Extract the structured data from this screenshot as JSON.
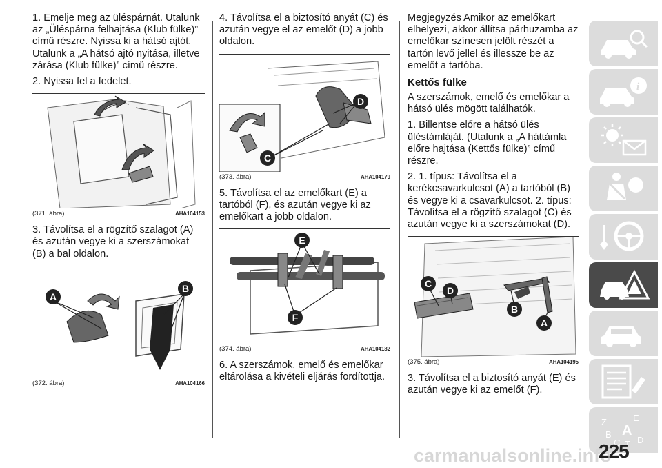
{
  "col1": {
    "p1": "1. Emelje meg az üléspárnát. Utalunk az „Üléspárna felhajtása (Klub fülke)” című részre. Nyissa ki a hátsó ajtót. Utalunk a „A hátsó ajtó nyitása, illetve zárása (Klub fülke)” című részre.",
    "p2": "2. Nyissa fel a fedelet.",
    "fig371": {
      "caption": "(371. ábra)",
      "code": "AHA104153"
    },
    "p3": "3. Távolítsa el a rögzítő szalagot (A) és azután vegye ki a szerszámokat (B) a bal oldalon.",
    "fig372": {
      "caption": "(372. ábra)",
      "code": "AHA104166",
      "label_a": "A",
      "label_b": "B"
    }
  },
  "col2": {
    "p4": "4. Távolítsa el a biztosító anyát (C) és azután vegye el az emelőt (D) a jobb oldalon.",
    "fig373": {
      "caption": "(373. ábra)",
      "code": "AHA104179",
      "label_c": "C",
      "label_d": "D"
    },
    "p5": "5. Távolítsa el az emelőkart (E) a tartóból (F), és azután vegye ki az emelőkart a jobb oldalon.",
    "fig374": {
      "caption": "(374. ábra)",
      "code": "AHA104182",
      "label_e": "E",
      "label_f": "F"
    },
    "p6": "6. A szerszámok, emelő és emelőkar eltárolása a kivételi eljárás fordítottja."
  },
  "col3": {
    "note": "Megjegyzés  Amikor az emelőkart elhelyezi, akkor állítsa párhuzamba az emelőkar színesen jelölt részét a tartón levő jellel és illessze be az emelőt a tartóba.",
    "heading": "Kettős fülke",
    "p_intro": "A szerszámok, emelő és emelőkar a hátsó ülés mögött találhatók.",
    "p1": "1. Billentse előre a hátsó ülés üléstámláját. (Utalunk a „A háttámla előre hajtása (Kettős fülke)” című részre.",
    "p2": "2. 1. típus: Távolítsa el a kerékcsavarkulcsot (A) a tartóból (B) és vegye ki a csavarkulcsot. 2. típus: Távolítsa el a rögzítő szalagot (C) és azután vegye ki a szerszámokat (D).",
    "fig375": {
      "caption": "(375. ábra)",
      "code": "AHA104195",
      "label_a": "A",
      "label_b": "B",
      "label_c": "C",
      "label_d": "D"
    },
    "p3": "3. Távolítsa el a biztosító anyát (E) és azután vegye ki az emelőt (F)."
  },
  "sidebar": {
    "tabs": [
      {
        "icon": "car-search-icon"
      },
      {
        "icon": "car-info-icon"
      },
      {
        "icon": "dashboard-light-mail-icon"
      },
      {
        "icon": "seatbelt-airbag-icon"
      },
      {
        "icon": "key-steering-wheel-icon"
      },
      {
        "icon": "car-breakdown-warning-icon"
      },
      {
        "icon": "car-service-icon"
      },
      {
        "icon": "specifications-list-icon"
      },
      {
        "icon": "alphabet-index-icon"
      }
    ],
    "index_letters": [
      "Z",
      "E",
      "B",
      "A",
      "C",
      "T",
      "D"
    ]
  },
  "page_number": "225",
  "watermark": "carmanualsonline.info",
  "colors": {
    "badge": "#222222",
    "active_tab": "#4a4a4a",
    "tab": "#dcdcdc"
  }
}
